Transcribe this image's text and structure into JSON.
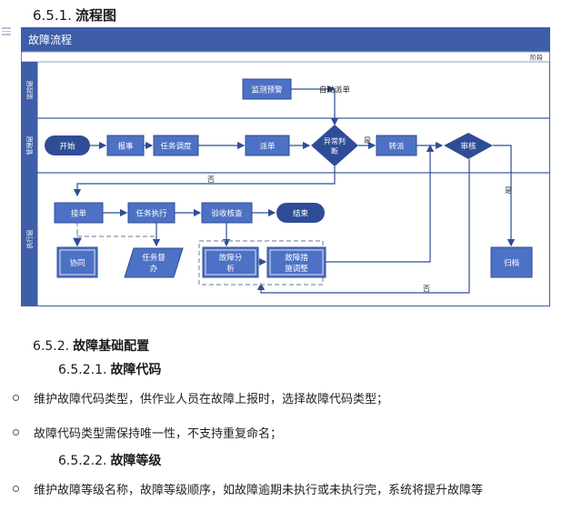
{
  "headings": {
    "flow": {
      "num": "6.5.1.",
      "title": "流程图"
    },
    "config": {
      "num": "6.5.2.",
      "title": "故障基础配置"
    },
    "code": {
      "num": "6.5.2.1.",
      "title": "故障代码"
    },
    "level": {
      "num": "6.5.2.2.",
      "title": "故障等级"
    }
  },
  "bullets": {
    "b1": "维护故障代码类型，供作业人员在故障上报时，选择故障代码类型；",
    "b2": "故障代码类型需保持唯一性，不支持重复命名；",
    "b3": "维护故障等级名称，故障等级顺序，如故障逾期未执行或未执行完，系统将提升故障等"
  },
  "diagram": {
    "title": "故障流程",
    "phase_label": "阶段",
    "lanes": {
      "monitor": "监控层",
      "manage": "管理层",
      "execute": "执行层"
    },
    "nodes": {
      "monitor_alert": "监测预警",
      "auto_dispatch": "自动派单",
      "start": "开始",
      "report": "报事",
      "task_schedule": "任务调度",
      "dispatch": "派单",
      "abnormal_judge_1": "异常判",
      "abnormal_judge_2": "断",
      "transfer": "转派",
      "review": "审核",
      "receive": "接单",
      "task_exec": "任务执行",
      "acceptance": "验收核查",
      "end": "结束",
      "cooperate": "协同",
      "task_supervise_1": "任务督",
      "task_supervise_2": "办",
      "fault_analysis_1": "故障分",
      "fault_analysis_2": "析",
      "fault_adjust_1": "故障措",
      "fault_adjust_2": "施调整",
      "archive": "归档"
    },
    "edges": {
      "yes1": "是",
      "no1": "否",
      "yes2": "是",
      "no2": "否"
    },
    "colors": {
      "header": "#3f5ea8",
      "box": "#4d71c4",
      "box_text": "#ffffff",
      "line": "#2f4d96",
      "dashed": "#9aa3b5"
    }
  }
}
